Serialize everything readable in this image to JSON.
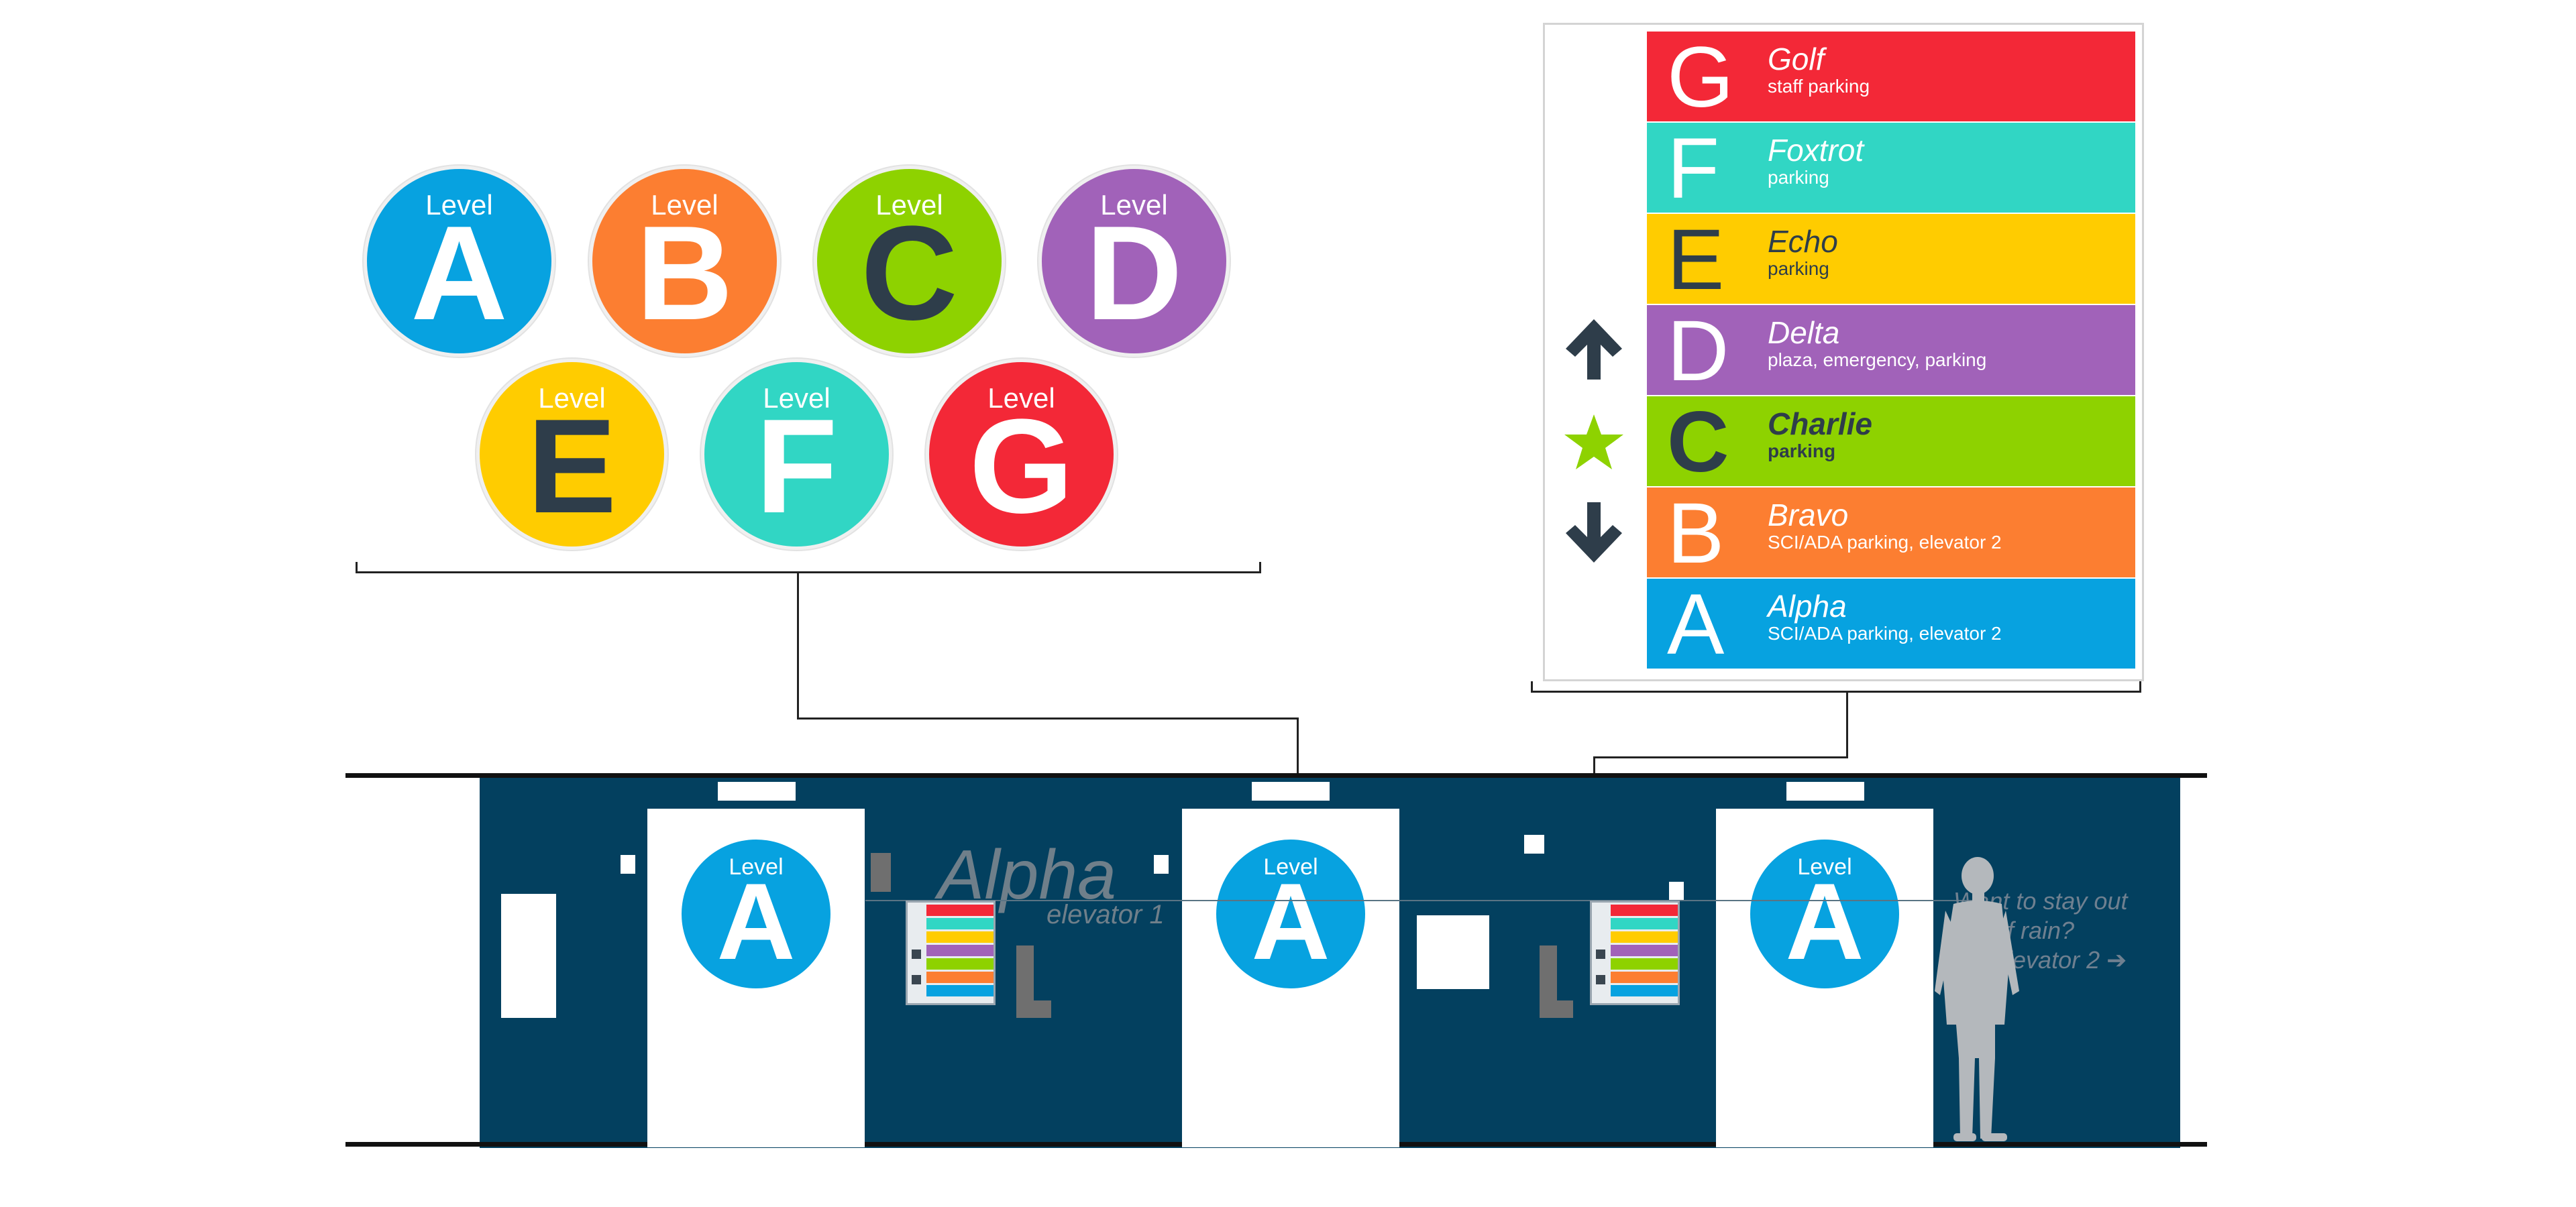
{
  "level_label": "Level",
  "level_badges": [
    {
      "letter": "A",
      "color": "#07a2e0",
      "letter_color": "#ffffff"
    },
    {
      "letter": "B",
      "color": "#fc7e31",
      "letter_color": "#ffffff"
    },
    {
      "letter": "C",
      "color": "#8ed200",
      "letter_color": "#2e3d4a"
    },
    {
      "letter": "D",
      "color": "#a162b9",
      "letter_color": "#ffffff"
    },
    {
      "letter": "E",
      "color": "#ffcc00",
      "letter_color": "#2e3d4a"
    },
    {
      "letter": "F",
      "color": "#31d6c4",
      "letter_color": "#ffffff"
    },
    {
      "letter": "G",
      "color": "#f32837",
      "letter_color": "#ffffff"
    }
  ],
  "directory": {
    "rows": [
      {
        "letter": "G",
        "name": "Golf",
        "desc": "staff parking",
        "color": "#f32837"
      },
      {
        "letter": "F",
        "name": "Foxtrot",
        "desc": "parking",
        "color": "#31d6c4"
      },
      {
        "letter": "E",
        "name": "Echo",
        "desc": "parking",
        "color": "#ffcc00"
      },
      {
        "letter": "D",
        "name": "Delta",
        "desc": "plaza, emergency, parking",
        "color": "#a162b9"
      },
      {
        "letter": "C",
        "name": "Charlie",
        "desc": "parking",
        "color": "#8ed200"
      },
      {
        "letter": "B",
        "name": "Bravo",
        "desc": "SCI/ADA parking, elevator 2",
        "color": "#fc7e31"
      },
      {
        "letter": "A",
        "name": "Alpha",
        "desc": "SCI/ADA parking, elevator 2",
        "color": "#07a2e0"
      }
    ],
    "icons": [
      "arrow-up-icon",
      "star-icon",
      "arrow-down-icon"
    ],
    "icon_dark": "#2e3d4a",
    "star_color": "#8ed200"
  },
  "wall": {
    "color": "#03405f",
    "door_level": "A",
    "door_color": "#07a2e0",
    "title": "Alpha",
    "subtitle": "elevator 1",
    "wait_lines": [
      "Want to stay out",
      "of rain?",
      "elevator 2"
    ]
  }
}
